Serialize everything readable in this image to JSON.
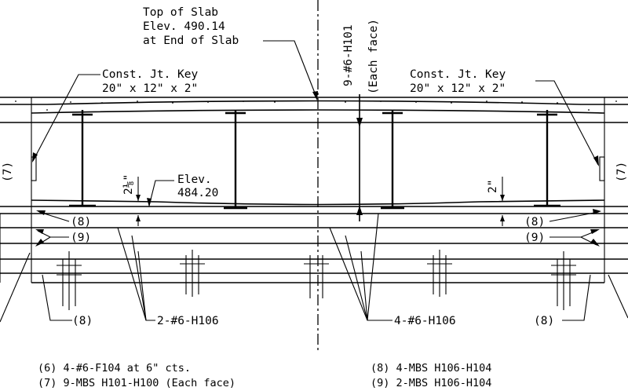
{
  "labels": {
    "top_slab_1": "Top of Slab",
    "top_slab_2": "Elev. 490.14",
    "top_slab_3": "at End of Slab",
    "bar_h101_1": "9-#6-H101",
    "bar_h101_2": "(Each face)",
    "key_left_1": "Const. Jt. Key",
    "key_left_2": "20\" x 12\" x 2\"",
    "key_right_1": "Const. Jt. Key",
    "key_right_2": "20\" x 12\" x 2\"",
    "elev_1": "Elev.",
    "elev_2": "484.20",
    "dim_left": "2⅛\"",
    "dim_right": "2\"",
    "tag_7": "(7)",
    "tag_8": "(8)",
    "tag_9": "(9)",
    "bar_h106_left": "2-#6-H106",
    "bar_h106_right": "4-#6-H106"
  },
  "notes": {
    "n6": "(6) 4-#6-F104 at 6\" cts.",
    "n7": "(7) 9-MBS H101-H100 (Each face)",
    "n8": "(8) 4-MBS H106-H104",
    "n9": "(9) 2-MBS H106-H104"
  }
}
